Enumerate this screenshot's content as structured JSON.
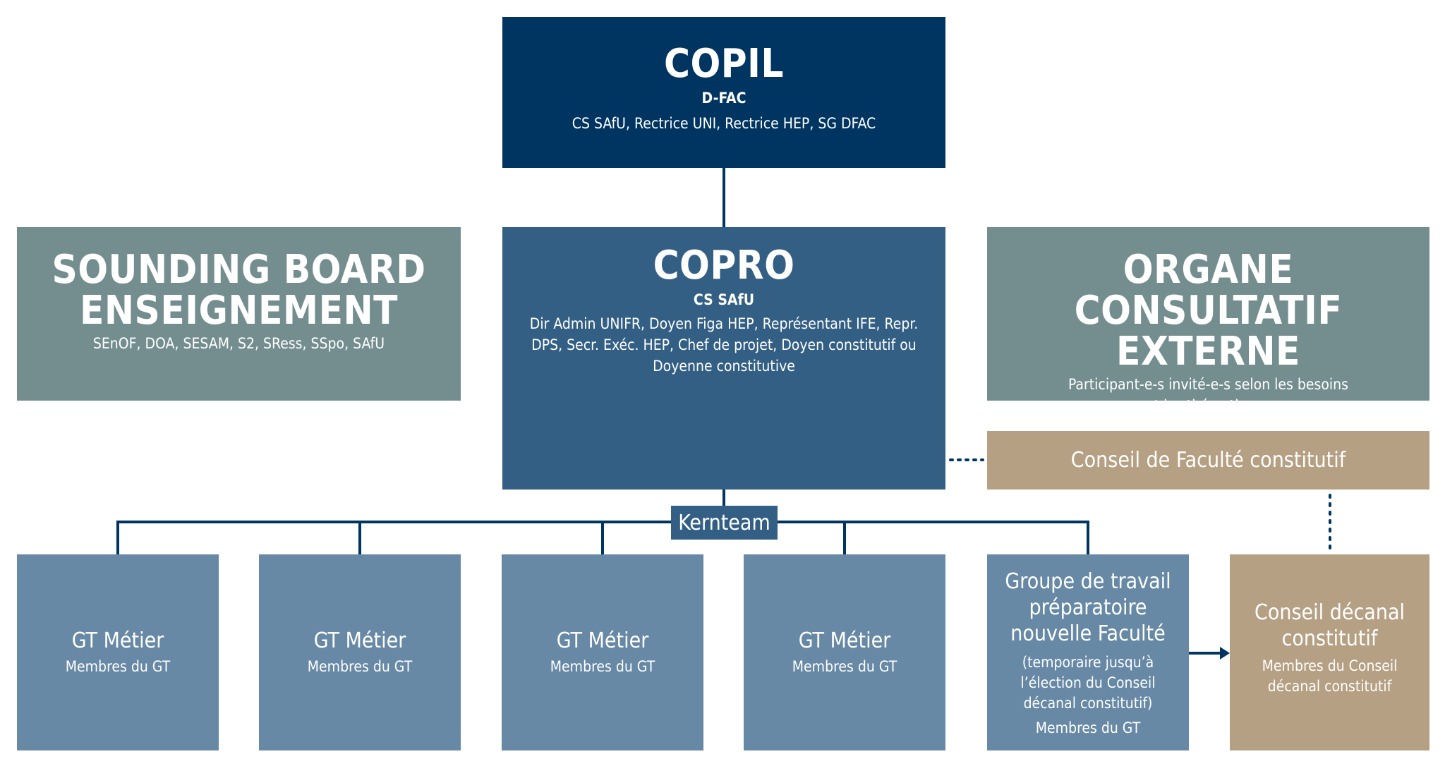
{
  "copil": {
    "title": "COPIL",
    "subtitle": "D-FAC",
    "members": "CS SAfU, Rectrice UNI, Rectrice HEP, SG DFAC"
  },
  "copro": {
    "title": "COPRO",
    "subtitle": "CS SAfU",
    "members_lines": [
      "Dir Admin UNIFR, Doyen Figa HEP, Représentant IFE, Repr.",
      "DPS, Secr. Exéc. HEP, Chef de projet, Doyen constitutif ou",
      "Doyenne constitutive"
    ]
  },
  "sounding_board": {
    "title_lines": [
      "SOUNDING BOARD",
      "ENSEIGNEMENT"
    ],
    "members": "SEnOF, DOA, SESAM, S2, SRess, SSpo, SAfU"
  },
  "organe_consultatif": {
    "title_lines": [
      "ORGANE CONSULTATIF",
      "EXTERNE"
    ],
    "members_lines": [
      "Participant-e-s invité-e-s selon les besoins",
      "et les thématiques"
    ]
  },
  "conseil_faculte": {
    "label": "Conseil de Faculté constitutif"
  },
  "kernteam": {
    "label": "Kernteam"
  },
  "gt_metier": [
    {
      "title": "GT Métier",
      "members": "Membres du GT"
    },
    {
      "title": "GT Métier",
      "members": "Membres du GT"
    },
    {
      "title": "GT Métier",
      "members": "Membres du GT"
    },
    {
      "title": "GT Métier",
      "members": "Membres du GT"
    }
  ],
  "groupe_preparatoire": {
    "title_lines": [
      "Groupe de travail",
      "préparatoire",
      "nouvelle Faculté"
    ],
    "note_lines": [
      "(temporaire jusqu’à",
      "l’élection du Conseil",
      "décanal constitutif)"
    ],
    "members": "Membres du GT"
  },
  "conseil_decanal": {
    "title_lines": [
      "Conseil décanal",
      "constitutif"
    ],
    "members_lines": [
      "Membres du Conseil",
      "décanal constitutif"
    ]
  },
  "colors": {
    "dark_navy": "#003562",
    "medium_blue": "#335f84",
    "light_blue": "#6789a5",
    "grey_teal": "#748e8f",
    "tan": "#b5a083"
  }
}
